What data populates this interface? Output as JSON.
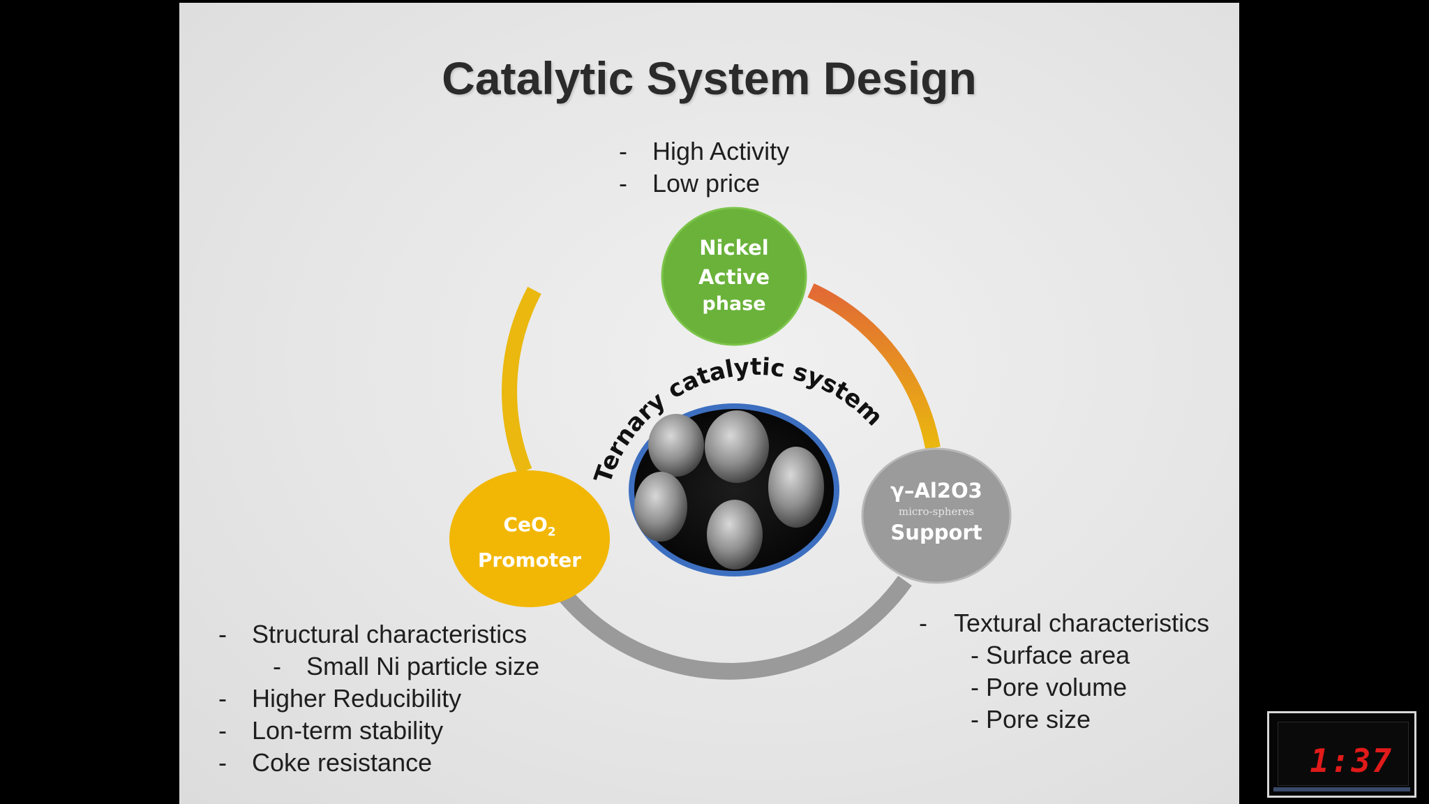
{
  "slide": {
    "title": "Catalytic System Design",
    "top_list": [
      "High Activity",
      "Low price"
    ],
    "left_list": [
      {
        "text": "Structural characteristics",
        "level": 0
      },
      {
        "text": "Small Ni particle size",
        "level": 1
      },
      {
        "text": "Higher Reducibility",
        "level": 0
      },
      {
        "text": "Lon-term  stability",
        "level": 0
      },
      {
        "text": "Coke resistance",
        "level": 0
      }
    ],
    "right_list": [
      {
        "text": "Textural characteristics",
        "level": 0
      },
      {
        "text": "- Surface area",
        "level": 1
      },
      {
        "text": "- Pore volume",
        "level": 1
      },
      {
        "text": "- Pore size",
        "level": 1
      }
    ],
    "diagram": {
      "center_arc_text": "Ternary catalytic system",
      "nickel": {
        "line1": "Nickel",
        "line2": "Active",
        "line3": "phase",
        "color": "#6ab23a"
      },
      "ceo2": {
        "line1": "CeO",
        "sub": "2",
        "line2": "Promoter",
        "color": "#f2b705"
      },
      "alumina": {
        "line1": "γ–Al2O3",
        "line2": "micro-spheres",
        "line3": "Support",
        "color": "#9b9b9b"
      },
      "ring_colors": {
        "yellow": "#eab80e",
        "orange": "#e27a2c",
        "gray": "#9a9a9a"
      },
      "image_ring_color": "#3d6fc0"
    }
  },
  "overlay": {
    "timer": "1:37"
  }
}
